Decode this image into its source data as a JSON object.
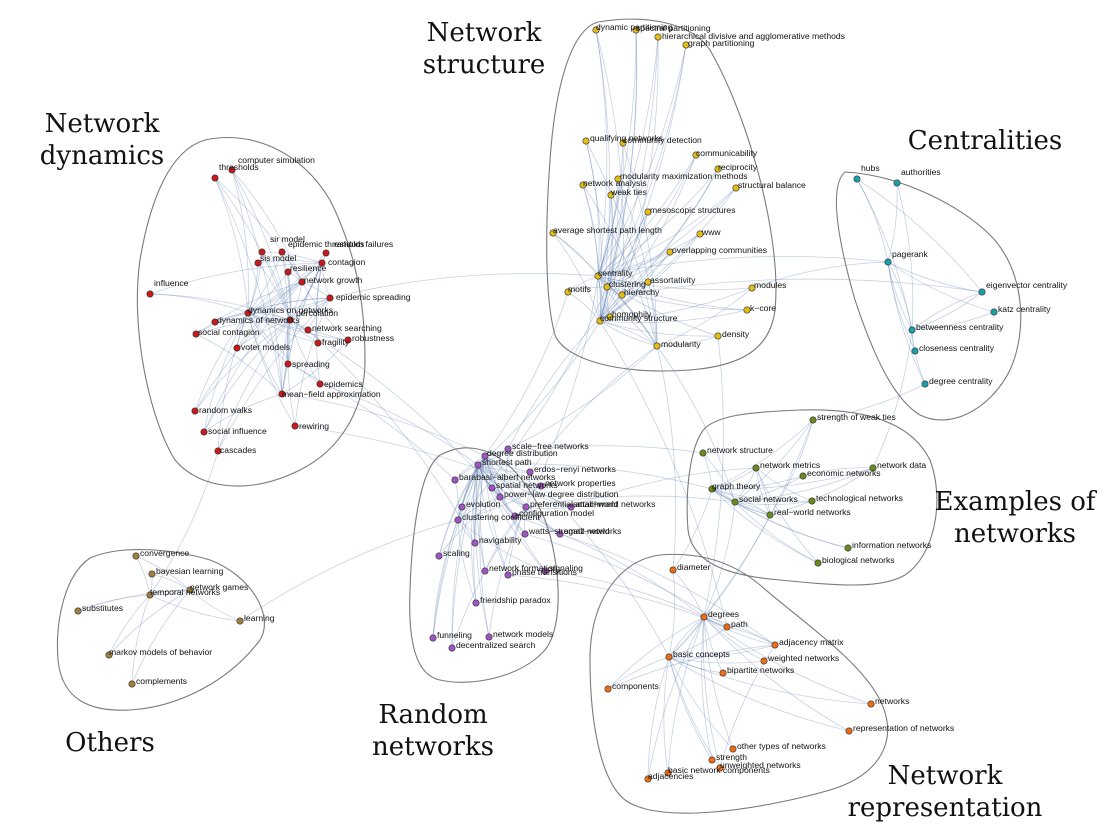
{
  "colors": {
    "network_dynamics": "#c8191c",
    "network_structure": "#e2bd16",
    "centralities": "#1aa0a8",
    "examples": "#6b8a1e",
    "random_networks": "#a055c4",
    "representation": "#ec6d16",
    "others": "#a08040",
    "edge": "#5f7fb3"
  },
  "clusters": [
    {
      "id": "network_dynamics",
      "title": [
        "Network",
        "dynamics"
      ]
    },
    {
      "id": "network_structure",
      "title": [
        "Network",
        "structure"
      ]
    },
    {
      "id": "centralities",
      "title": [
        "Centralities"
      ]
    },
    {
      "id": "examples",
      "title": [
        "Examples of",
        "networks"
      ]
    },
    {
      "id": "random_networks",
      "title": [
        "Random",
        "networks"
      ]
    },
    {
      "id": "representation",
      "title": [
        "Network",
        "representation"
      ]
    },
    {
      "id": "others",
      "title": [
        "Others"
      ]
    }
  ],
  "nodes": [
    {
      "label": "computer simulation",
      "cluster": "network_dynamics"
    },
    {
      "label": "thresholds",
      "cluster": "network_dynamics"
    },
    {
      "label": "sir model",
      "cluster": "network_dynamics"
    },
    {
      "label": "epidemic thresholds",
      "cluster": "network_dynamics"
    },
    {
      "label": "random failures",
      "cluster": "network_dynamics"
    },
    {
      "label": "sis model",
      "cluster": "network_dynamics"
    },
    {
      "label": "contagion",
      "cluster": "network_dynamics"
    },
    {
      "label": "resilience",
      "cluster": "network_dynamics"
    },
    {
      "label": "network growth",
      "cluster": "network_dynamics"
    },
    {
      "label": "influence",
      "cluster": "network_dynamics"
    },
    {
      "label": "epidemic spreading",
      "cluster": "network_dynamics"
    },
    {
      "label": "dynamics on networks",
      "cluster": "network_dynamics"
    },
    {
      "label": "percolation",
      "cluster": "network_dynamics"
    },
    {
      "label": "dynamics of networks",
      "cluster": "network_dynamics"
    },
    {
      "label": "network searching",
      "cluster": "network_dynamics"
    },
    {
      "label": "social contagion",
      "cluster": "network_dynamics"
    },
    {
      "label": "fragility",
      "cluster": "network_dynamics"
    },
    {
      "label": "robustness",
      "cluster": "network_dynamics"
    },
    {
      "label": "voter models",
      "cluster": "network_dynamics"
    },
    {
      "label": "spreading",
      "cluster": "network_dynamics"
    },
    {
      "label": "epidemics",
      "cluster": "network_dynamics"
    },
    {
      "label": "mean−field approximation",
      "cluster": "network_dynamics"
    },
    {
      "label": "random walks",
      "cluster": "network_dynamics"
    },
    {
      "label": "social influence",
      "cluster": "network_dynamics"
    },
    {
      "label": "rewiring",
      "cluster": "network_dynamics"
    },
    {
      "label": "cascades",
      "cluster": "network_dynamics"
    },
    {
      "label": "dynamic partitioning",
      "cluster": "network_structure"
    },
    {
      "label": "spectral partitioning",
      "cluster": "network_structure"
    },
    {
      "label": "hierarchical divisive and agglomerative methods",
      "cluster": "network_structure"
    },
    {
      "label": "graph partitioning",
      "cluster": "network_structure"
    },
    {
      "label": "qualifying networks",
      "cluster": "network_structure"
    },
    {
      "label": "community detection",
      "cluster": "network_structure"
    },
    {
      "label": "communicability",
      "cluster": "network_structure"
    },
    {
      "label": "reciprocity",
      "cluster": "network_structure"
    },
    {
      "label": "modularity maximization methods",
      "cluster": "network_structure"
    },
    {
      "label": "network analysis",
      "cluster": "network_structure"
    },
    {
      "label": "structural balance",
      "cluster": "network_structure"
    },
    {
      "label": "weak ties",
      "cluster": "network_structure"
    },
    {
      "label": "mesoscopic structures",
      "cluster": "network_structure"
    },
    {
      "label": "average shortest path length",
      "cluster": "network_structure"
    },
    {
      "label": "www",
      "cluster": "network_structure"
    },
    {
      "label": "overlapping communities",
      "cluster": "network_structure"
    },
    {
      "label": "centrality",
      "cluster": "network_structure"
    },
    {
      "label": "assortativity",
      "cluster": "network_structure"
    },
    {
      "label": "clustering",
      "cluster": "network_structure"
    },
    {
      "label": "motifs",
      "cluster": "network_structure"
    },
    {
      "label": "hierarchy",
      "cluster": "network_structure"
    },
    {
      "label": "modules",
      "cluster": "network_structure"
    },
    {
      "label": "homophily",
      "cluster": "network_structure"
    },
    {
      "label": "community structure",
      "cluster": "network_structure"
    },
    {
      "label": "k−core",
      "cluster": "network_structure"
    },
    {
      "label": "density",
      "cluster": "network_structure"
    },
    {
      "label": "modularity",
      "cluster": "network_structure"
    },
    {
      "label": "hubs",
      "cluster": "centralities"
    },
    {
      "label": "authorities",
      "cluster": "centralities"
    },
    {
      "label": "pagerank",
      "cluster": "centralities"
    },
    {
      "label": "eigenvector centrality",
      "cluster": "centralities"
    },
    {
      "label": "katz centrality",
      "cluster": "centralities"
    },
    {
      "label": "betweenness centrality",
      "cluster": "centralities"
    },
    {
      "label": "closeness centrality",
      "cluster": "centralities"
    },
    {
      "label": "degree centrality",
      "cluster": "centralities"
    },
    {
      "label": "strength of weak ties",
      "cluster": "examples"
    },
    {
      "label": "network structure",
      "cluster": "examples"
    },
    {
      "label": "network metrics",
      "cluster": "examples"
    },
    {
      "label": "network data",
      "cluster": "examples"
    },
    {
      "label": "economic networks",
      "cluster": "examples"
    },
    {
      "label": "graph theory",
      "cluster": "examples"
    },
    {
      "label": "social networks",
      "cluster": "examples"
    },
    {
      "label": "technological networks",
      "cluster": "examples"
    },
    {
      "label": "real−world networks",
      "cluster": "examples"
    },
    {
      "label": "information networks",
      "cluster": "examples"
    },
    {
      "label": "biological networks",
      "cluster": "examples"
    },
    {
      "label": "scale−free networks",
      "cluster": "random_networks"
    },
    {
      "label": "degree distribution",
      "cluster": "random_networks"
    },
    {
      "label": "shortest path",
      "cluster": "random_networks"
    },
    {
      "label": "erdos−renyi networks",
      "cluster": "random_networks"
    },
    {
      "label": "barabasi−albert networks",
      "cluster": "random_networks"
    },
    {
      "label": "spatial networks",
      "cluster": "random_networks"
    },
    {
      "label": "network properties",
      "cluster": "random_networks"
    },
    {
      "label": "power−law degree distribution",
      "cluster": "random_networks"
    },
    {
      "label": "evolution",
      "cluster": "random_networks"
    },
    {
      "label": "preferential attachment",
      "cluster": "random_networks"
    },
    {
      "label": "small−world networks",
      "cluster": "random_networks"
    },
    {
      "label": "clustering coefficient",
      "cluster": "random_networks"
    },
    {
      "label": "configuration model",
      "cluster": "random_networks"
    },
    {
      "label": "small−world",
      "cluster": "random_networks"
    },
    {
      "label": "watts−strogatz networks",
      "cluster": "random_networks"
    },
    {
      "label": "navigability",
      "cluster": "random_networks"
    },
    {
      "label": "scaling",
      "cluster": "random_networks"
    },
    {
      "label": "network formation",
      "cluster": "random_networks"
    },
    {
      "label": "signaling",
      "cluster": "random_networks"
    },
    {
      "label": "phase transitions",
      "cluster": "random_networks"
    },
    {
      "label": "friendship paradox",
      "cluster": "random_networks"
    },
    {
      "label": "funneling",
      "cluster": "random_networks"
    },
    {
      "label": "network models",
      "cluster": "random_networks"
    },
    {
      "label": "decentralized search",
      "cluster": "random_networks"
    },
    {
      "label": "diameter",
      "cluster": "representation"
    },
    {
      "label": "degrees",
      "cluster": "representation"
    },
    {
      "label": "path",
      "cluster": "representation"
    },
    {
      "label": "adjacency matrix",
      "cluster": "representation"
    },
    {
      "label": "basic concepts",
      "cluster": "representation"
    },
    {
      "label": "weighted networks",
      "cluster": "representation"
    },
    {
      "label": "bipartite networks",
      "cluster": "representation"
    },
    {
      "label": "components",
      "cluster": "representation"
    },
    {
      "label": "networks",
      "cluster": "representation"
    },
    {
      "label": "representation of networks",
      "cluster": "representation"
    },
    {
      "label": "other types of networks",
      "cluster": "representation"
    },
    {
      "label": "strength",
      "cluster": "representation"
    },
    {
      "label": "unweighted networks",
      "cluster": "representation"
    },
    {
      "label": "basic network components",
      "cluster": "representation"
    },
    {
      "label": "adjacencies",
      "cluster": "representation"
    },
    {
      "label": "convergence",
      "cluster": "others"
    },
    {
      "label": "bayesian learning",
      "cluster": "others"
    },
    {
      "label": "network games",
      "cluster": "others"
    },
    {
      "label": "temporal networks",
      "cluster": "others"
    },
    {
      "label": "substitutes",
      "cluster": "others"
    },
    {
      "label": "learning",
      "cluster": "others"
    },
    {
      "label": "markov models of behavior",
      "cluster": "others"
    },
    {
      "label": "complements",
      "cluster": "others"
    }
  ]
}
